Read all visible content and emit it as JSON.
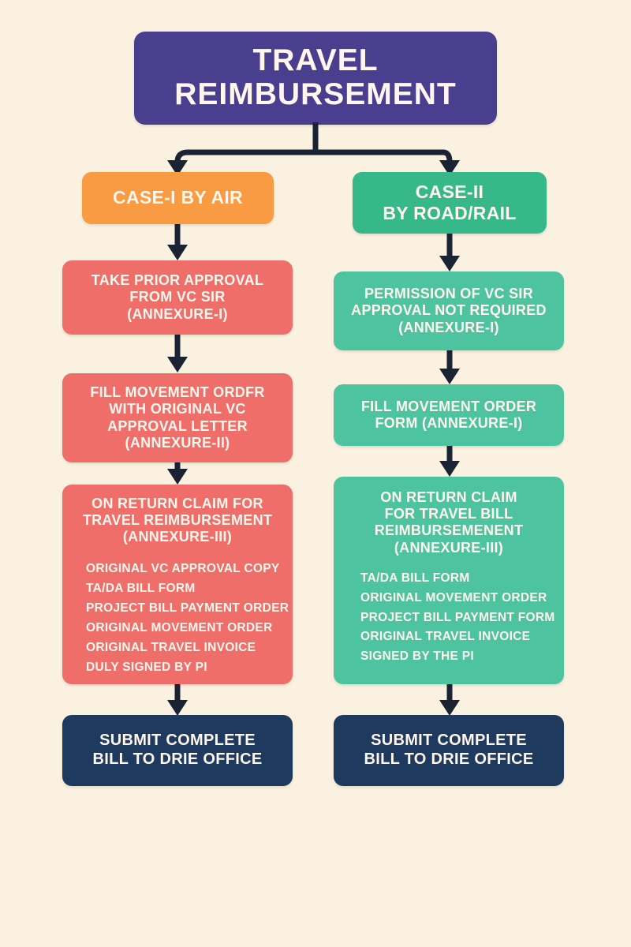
{
  "title": {
    "line1": "TRAVEL",
    "line2": "REIMBURSEMENT"
  },
  "colors": {
    "background": "#FBF1E0",
    "title": "#4A3E8E",
    "case_i_header": "#F99B42",
    "case_ii_header": "#37B88A",
    "case_i_step": "#EF6E69",
    "case_ii_step": "#4DC3A0",
    "submit": "#1E3A5F",
    "arrow": "#1A2333",
    "text": "#FFF7EE"
  },
  "branches": {
    "left": {
      "header": {
        "line1": "CASE-I BY AIR"
      },
      "steps": [
        {
          "lines": [
            "TAKE PRIOR APPROVAL",
            "FROM VC SIR",
            "(ANNEXURE-I)"
          ]
        },
        {
          "lines": [
            "FILL MOVEMENT ORDFR",
            "WITH ORIGINAL VC",
            "APPROVAL LETTER",
            "(ANNEXURE-II)"
          ]
        },
        {
          "lines": [
            "ON RETURN CLAIM FOR",
            "TRAVEL REIMBURSEMENT",
            "(ANNEXURE-III)"
          ],
          "documents": [
            "ORIGINAL VC APPROVAL COPY",
            "TA/DA BILL FORM",
            "PROJECT BILL PAYMENT ORDER",
            "ORIGINAL MOVEMENT ORDER",
            "ORIGINAL TRAVEL INVOICE",
            "DULY SIGNED BY PI"
          ]
        }
      ],
      "submit": {
        "lines": [
          "SUBMIT COMPLETE",
          "BILL TO DRIE OFFICE"
        ]
      }
    },
    "right": {
      "header": {
        "line1": "CASE-II",
        "line2": "BY ROAD/RAIL"
      },
      "steps": [
        {
          "lines": [
            "PERMISSION OF VC SIR",
            "APPROVAL NOT REQUIRED",
            "(ANNEXURE-I)"
          ]
        },
        {
          "lines": [
            "FILL MOVEMENT ORDER",
            "FORM (ANNEXURE-I)"
          ]
        },
        {
          "lines": [
            "ON RETURN CLAIM",
            "FOR TRAVEL BILL",
            "REIMBURSEMENENT",
            "(ANNEXURE-III)"
          ],
          "documents": [
            "TA/DA BILL FORM",
            "ORIGINAL MOVEMENT ORDER",
            "PROJECT BILL PAYMENT FORM",
            "ORIGINAL TRAVEL INVOICE",
            "SIGNED BY THE PI"
          ]
        }
      ],
      "submit": {
        "lines": [
          "SUBMIT COMPLETE",
          "BILL TO DRIE OFFICE"
        ]
      }
    }
  }
}
